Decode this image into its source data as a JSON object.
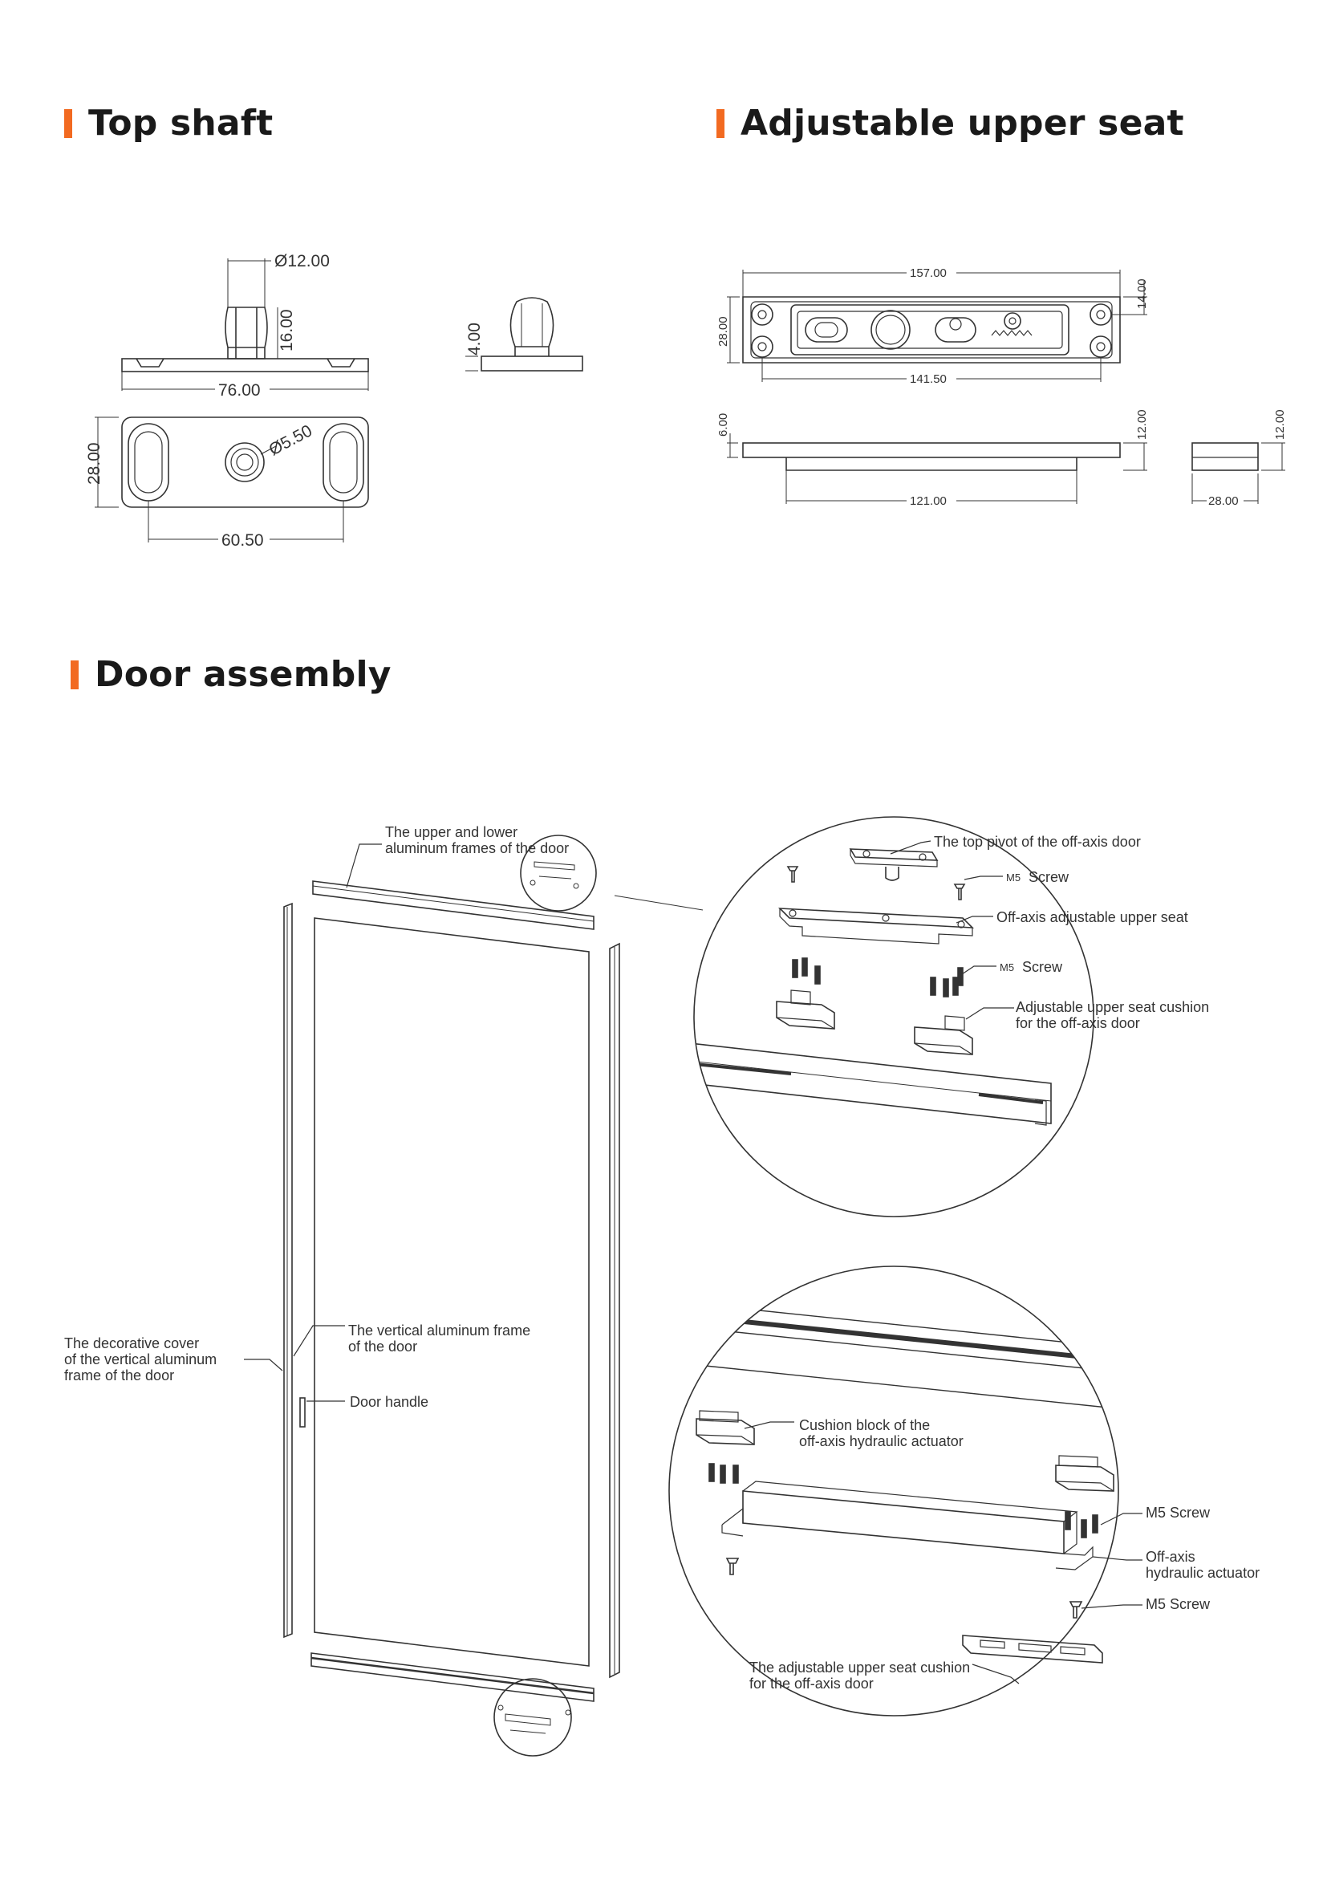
{
  "titles": {
    "top_shaft": "Top shaft",
    "adjustable_upper_seat": "Adjustable upper seat",
    "door_assembly": "Door assembly"
  },
  "colors": {
    "accent": "#f26a21",
    "line": "#333333"
  },
  "top_shaft": {
    "dim_diameter_top": "Ø12.00",
    "dim_height": "16.00",
    "dim_width": "76.00",
    "dim_side_height": "4.00",
    "dim_plan_height": "28.00",
    "dim_hole": "Ø5.50",
    "dim_slot_spacing": "60.50"
  },
  "upper_seat": {
    "dim_length": "157.00",
    "dim_height": "28.00",
    "dim_tab": "14.00",
    "dim_hole_spacing": "141.50",
    "dim_thickness": "6.00",
    "dim_total_height": "12.00",
    "dim_base_length": "121.00",
    "dim_side_height": "12.00",
    "dim_side_width": "28.00"
  },
  "door_assembly": {
    "label_frames": [
      "The upper and lower",
      "aluminum frames of the door"
    ],
    "label_cover": [
      "The decorative cover",
      "of the vertical aluminum",
      "frame of the door"
    ],
    "label_vertical": [
      "The vertical aluminum frame",
      "of the door"
    ],
    "label_handle": "Door handle",
    "top_detail": {
      "pivot": "The top pivot of the off-axis door",
      "m5_screw_a_prefix": "M5",
      "m5_screw_a_suffix": "Screw",
      "upper_seat": "Off-axis adjustable upper seat",
      "m5_screw_b_prefix": "M5",
      "m5_screw_b_suffix": "Screw",
      "cushion": [
        "Adjustable upper seat cushion",
        "for the off-axis door"
      ]
    },
    "bottom_detail": {
      "cushion_block": [
        "Cushion block of the",
        "off-axis hydraulic actuator"
      ],
      "m5_screw_a": "M5 Screw",
      "actuator": [
        "Off-axis",
        "hydraulic actuator"
      ],
      "m5_screw_b": "M5 Screw",
      "seat_cushion": [
        "The adjustable upper seat cushion",
        "for the off-axis door"
      ]
    }
  }
}
